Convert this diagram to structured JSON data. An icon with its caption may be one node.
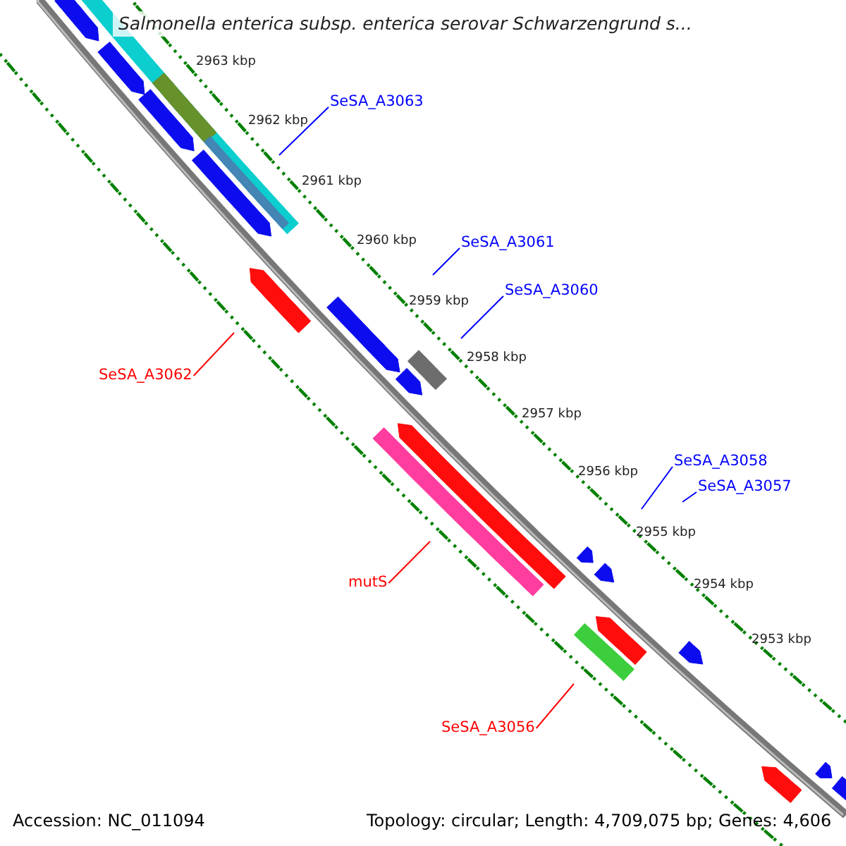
{
  "diagram": {
    "title": "Salmonella enterica subsp. enterica serovar Schwarzengrund s...",
    "nodes": [
      {
        "text": [
          "SeSA_A3063"
        ]
      },
      {
        "text": [
          "SeSA_A3061"
        ]
      },
      {
        "text": [
          "SeSA_A3060"
        ]
      },
      {
        "text": [
          "SeSA_A3062"
        ]
      },
      {
        "text": [
          "SeSA_A3058"
        ]
      },
      {
        "text": [
          "SeSA_A3057"
        ]
      },
      {
        "text": [
          "mutS"
        ]
      },
      {
        "text": [
          "SeSA_A3056"
        ]
      }
    ],
    "edges": [
      {
        "from": 0,
        "to": null,
        "arrow": "none"
      },
      {
        "from": 1,
        "to": null,
        "arrow": "none"
      },
      {
        "from": 2,
        "to": null,
        "arrow": "none"
      },
      {
        "from": 3,
        "to": null,
        "arrow": "none",
        "color": "#ff0000"
      },
      {
        "from": 4,
        "to": null,
        "arrow": "none"
      },
      {
        "from": 5,
        "to": null,
        "arrow": "none"
      },
      {
        "from": 6,
        "to": null,
        "arrow": "none",
        "color": "#ff0000"
      },
      {
        "from": 7,
        "to": null,
        "arrow": "none",
        "color": "#ff0000"
      }
    ],
    "labels": [
      "2963 kbp",
      "2962 kbp",
      "2961 kbp",
      "2960 kbp",
      "2959 kbp",
      "2958 kbp",
      "2957 kbp",
      "2956 kbp",
      "2955 kbp",
      "2954 kbp",
      "2953 kbp",
      "Accession: NC_011094",
      "Topology: circular; Length: 4,709,075 bp; Genes: 4,606"
    ]
  }
}
